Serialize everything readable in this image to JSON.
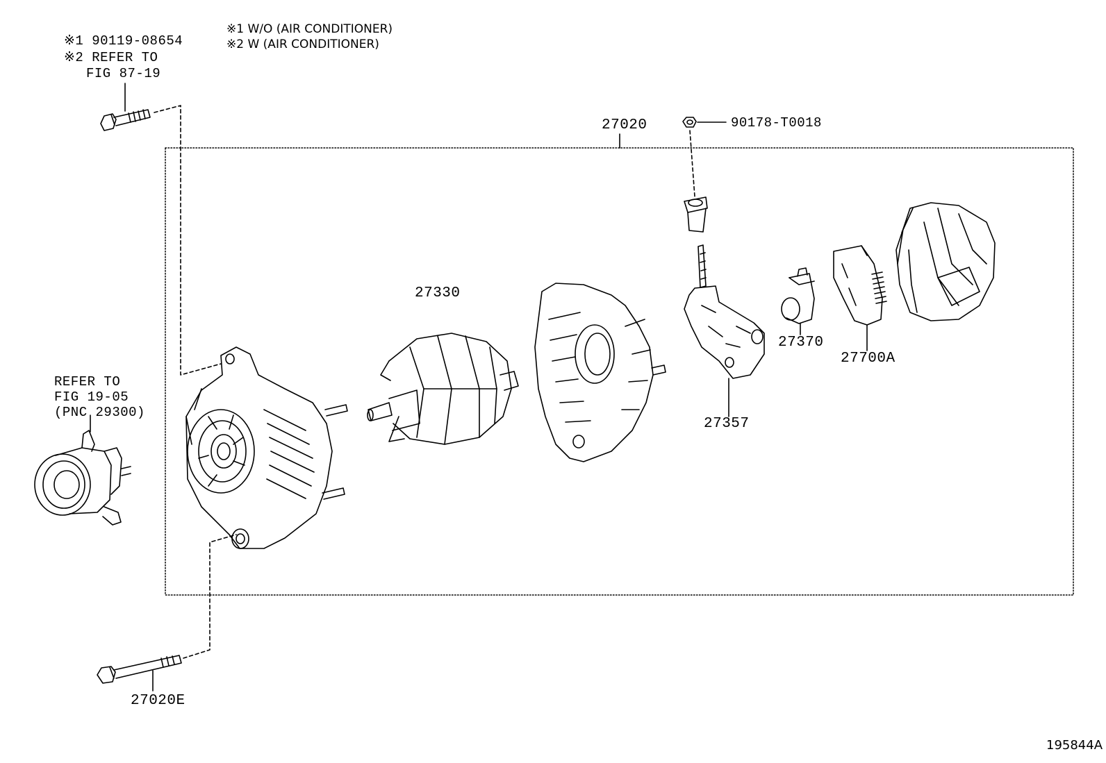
{
  "notes": {
    "line1": "※1 W/O (AIR CONDITIONER)",
    "line2": "※2 W (AIR CONDITIONER)"
  },
  "bolt_ref": {
    "line1": "※1 90119-08654",
    "line2": "※2 REFER TO",
    "line3": "FIG 87-19"
  },
  "pump_ref": {
    "line1": "REFER TO",
    "line2": "FIG 19-05",
    "line3": "(PNC 29300)"
  },
  "parts": {
    "assembly": "27020",
    "nut": "90178-T0018",
    "rotor": "27330",
    "brush_holder": "27370",
    "regulator": "27700A",
    "rectifier": "27357",
    "through_bolt": "27020E"
  },
  "figure_id": "195844A"
}
